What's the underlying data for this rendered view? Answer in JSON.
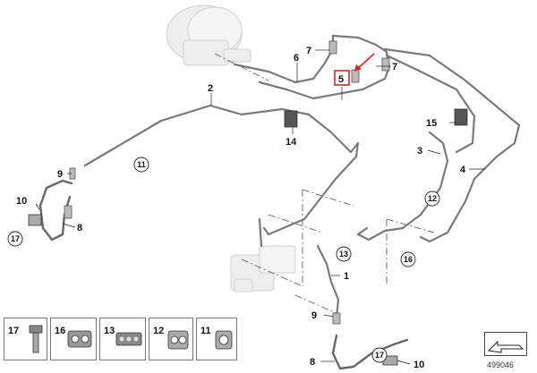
{
  "callouts": {
    "p1": "1",
    "p2": "2",
    "p3": "3",
    "p4": "4",
    "p5": "5",
    "p6": "6",
    "p7a": "7",
    "p7b": "7",
    "p8a": "8",
    "p8b": "8",
    "p9a": "9",
    "p9b": "9",
    "p10a": "10",
    "p10b": "10",
    "p14": "14",
    "p15": "15"
  },
  "circled": {
    "c11": "11",
    "c12": "12",
    "c13": "13",
    "c16": "16",
    "c17a": "17",
    "c17b": "17"
  },
  "legend": [
    "17",
    "16",
    "13",
    "12",
    "11"
  ],
  "catalog_number": "499046",
  "colors": {
    "line": "#7a7a7a",
    "highlight": "#e0231c",
    "ghost": "#d4d4d4"
  }
}
